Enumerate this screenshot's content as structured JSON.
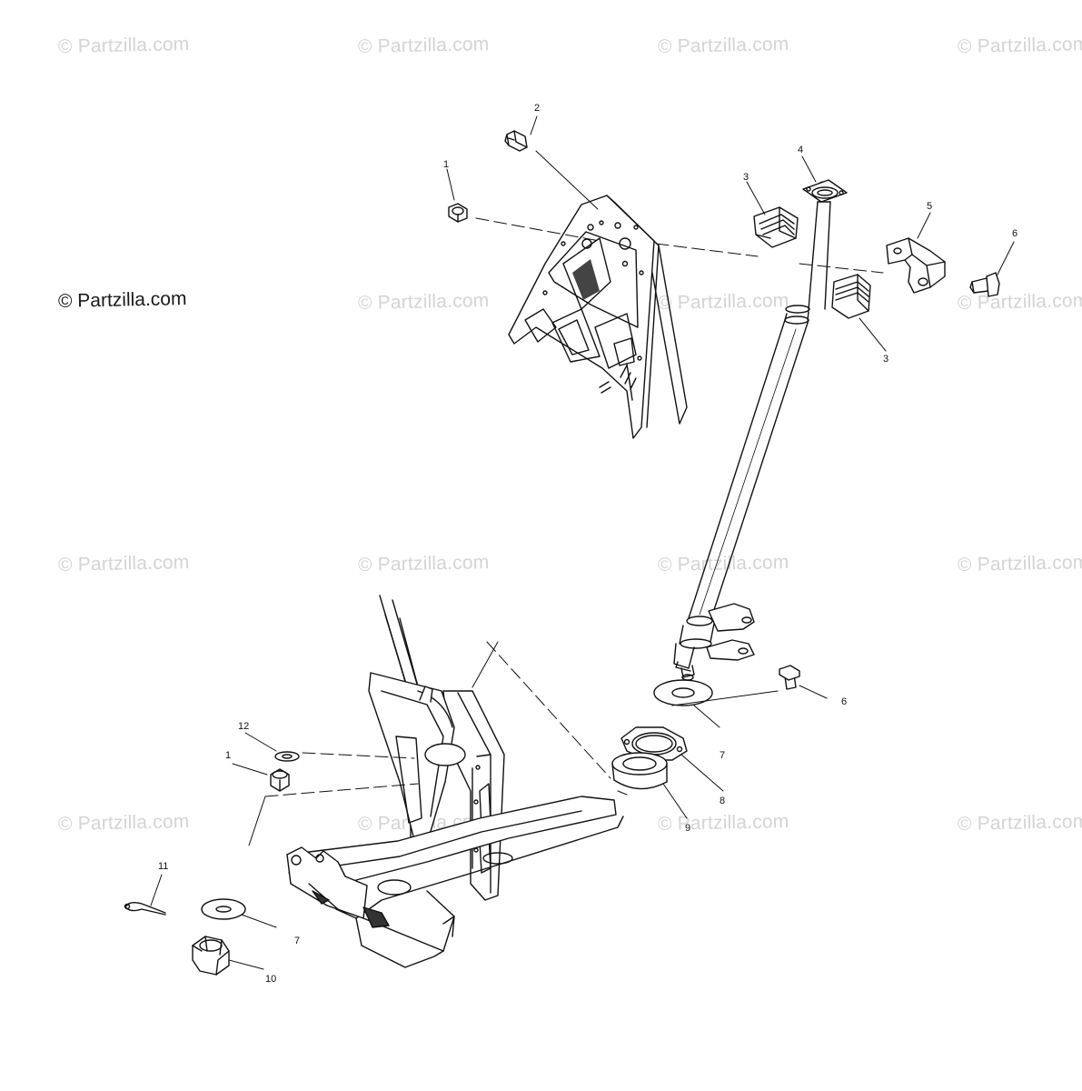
{
  "watermark": {
    "text": "© Partzilla.com",
    "main_text": "© Partzilla.com"
  },
  "callouts": [
    {
      "id": "c1a",
      "text": "1"
    },
    {
      "id": "c2",
      "text": "2"
    },
    {
      "id": "c3a",
      "text": "3"
    },
    {
      "id": "c4",
      "text": "4"
    },
    {
      "id": "c5",
      "text": "5"
    },
    {
      "id": "c6a",
      "text": "6"
    },
    {
      "id": "c3b",
      "text": "3"
    },
    {
      "id": "c6b",
      "text": "6"
    },
    {
      "id": "c7a",
      "text": "7"
    },
    {
      "id": "c8",
      "text": "8"
    },
    {
      "id": "c9",
      "text": "9"
    },
    {
      "id": "c12",
      "text": "12"
    },
    {
      "id": "c1b",
      "text": "1"
    },
    {
      "id": "c11",
      "text": "11"
    },
    {
      "id": "c7b",
      "text": "7"
    },
    {
      "id": "c10",
      "text": "10"
    }
  ],
  "colors": {
    "line": "#111111",
    "watermark": "#d4d4d4",
    "shade": "#555555"
  }
}
